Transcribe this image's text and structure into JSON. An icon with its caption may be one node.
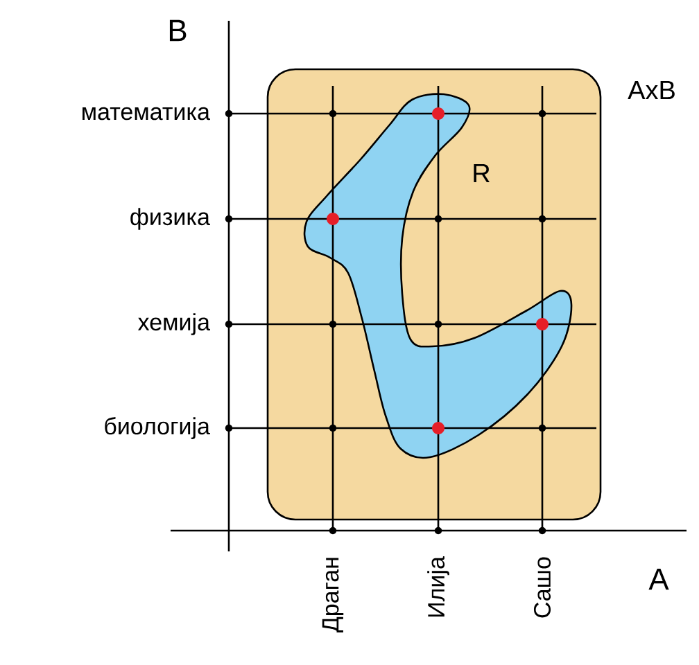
{
  "diagram": {
    "nodes": [
      {
        "text": [
          "AxB"
        ]
      },
      {
        "text": [
          "R"
        ],
        "in": 0
      },
      {
        "text": [],
        "shape": "circle",
        "in": 1
      },
      {
        "text": [],
        "shape": "circle",
        "in": 1
      },
      {
        "text": [],
        "shape": "circle",
        "in": 1
      },
      {
        "text": [],
        "shape": "circle",
        "in": 1
      }
    ],
    "labels": [
      "B",
      "математика",
      "физика",
      "хемија",
      "биологија",
      "Драган",
      "Илија",
      "Сашо",
      "A"
    ]
  }
}
